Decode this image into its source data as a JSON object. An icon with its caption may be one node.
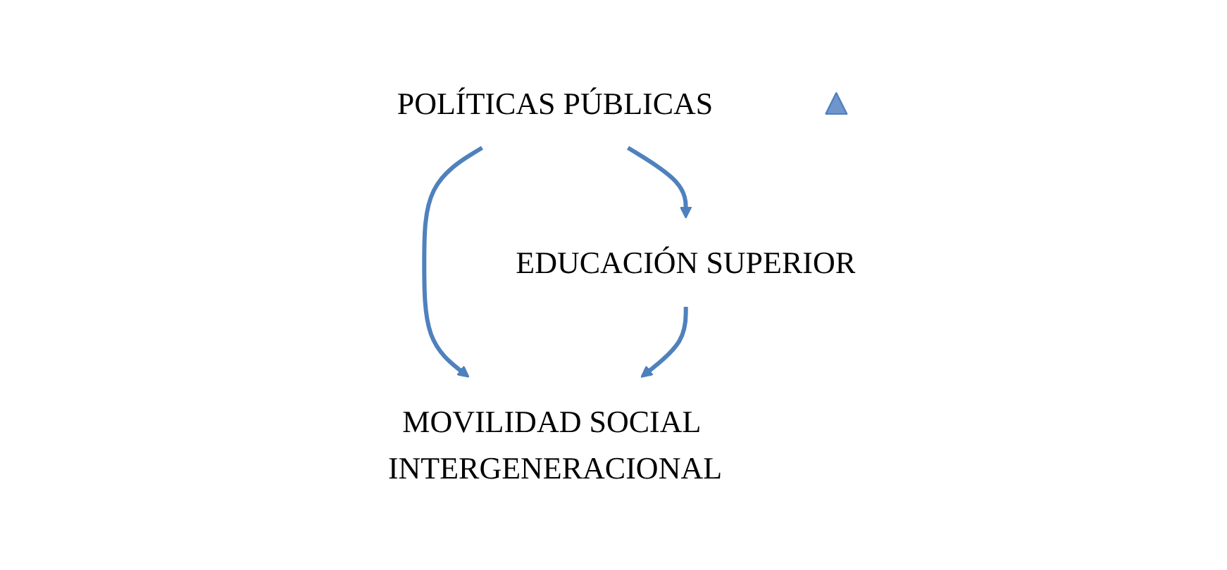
{
  "diagram": {
    "nodes": [
      {
        "text": [
          "POLÍTICAS PÚBLICAS"
        ]
      },
      {
        "text": [
          "EDUCACIÓN SUPERIOR"
        ]
      },
      {
        "text": [
          "MOVILIDAD SOCIAL INTERGENERACIONAL"
        ]
      },
      {
        "text": [],
        "shape": "triangle"
      }
    ],
    "edges": [
      {
        "from": 0,
        "to": 1,
        "arrow": "to",
        "color": "#4f81bd"
      },
      {
        "from": 0,
        "to": 2,
        "arrow": "to",
        "color": "#4f81bd"
      },
      {
        "from": 1,
        "to": 2,
        "arrow": "to",
        "color": "#4f81bd"
      }
    ]
  }
}
